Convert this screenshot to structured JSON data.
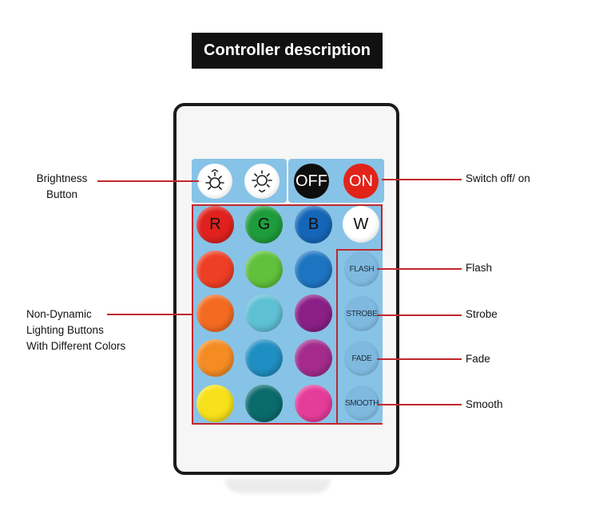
{
  "title": "Controller description",
  "remote": {
    "brightness_buttons": [
      {
        "name": "brightness-up",
        "icon": "sun-up-icon"
      },
      {
        "name": "brightness-down",
        "icon": "sun-down-icon"
      }
    ],
    "power_buttons": [
      {
        "label": "OFF",
        "color": "#0e0e0e"
      },
      {
        "label": "ON",
        "color": "#e2231a"
      }
    ],
    "rgbw_buttons": [
      {
        "label": "R",
        "color": "#e0211d"
      },
      {
        "label": "G",
        "color": "#1e9c3b"
      },
      {
        "label": "B",
        "color": "#1566b8"
      },
      {
        "label": "W",
        "color": "#ffffff"
      }
    ],
    "color_grid": [
      [
        "#ee3e24",
        "#5fc13c",
        "#1d75c2"
      ],
      [
        "#f36a21",
        "#5ec0d3",
        "#8a1f86"
      ],
      [
        "#f58b23",
        "#1f8ec2",
        "#a42b8c"
      ],
      [
        "#f7e11a",
        "#0a6a6c",
        "#e53c9a"
      ]
    ],
    "effect_buttons": [
      {
        "label": "FLASH"
      },
      {
        "label": "STROBE"
      },
      {
        "label": "FADE"
      },
      {
        "label": "SMOOTH"
      }
    ]
  },
  "callouts": {
    "brightness": [
      "Brightness",
      "Button"
    ],
    "switch": "Switch off/ on",
    "flash": "Flash",
    "strobe": "Strobe",
    "fade": "Fade",
    "smooth": "Smooth",
    "non_dynamic": [
      "Non-Dynamic",
      "Lighting Buttons",
      "With Different Colors"
    ]
  },
  "colors": {
    "accent_line": "#c1272d",
    "panel_blue": "#87c3e7",
    "remote_border": "#1b1b1b"
  }
}
